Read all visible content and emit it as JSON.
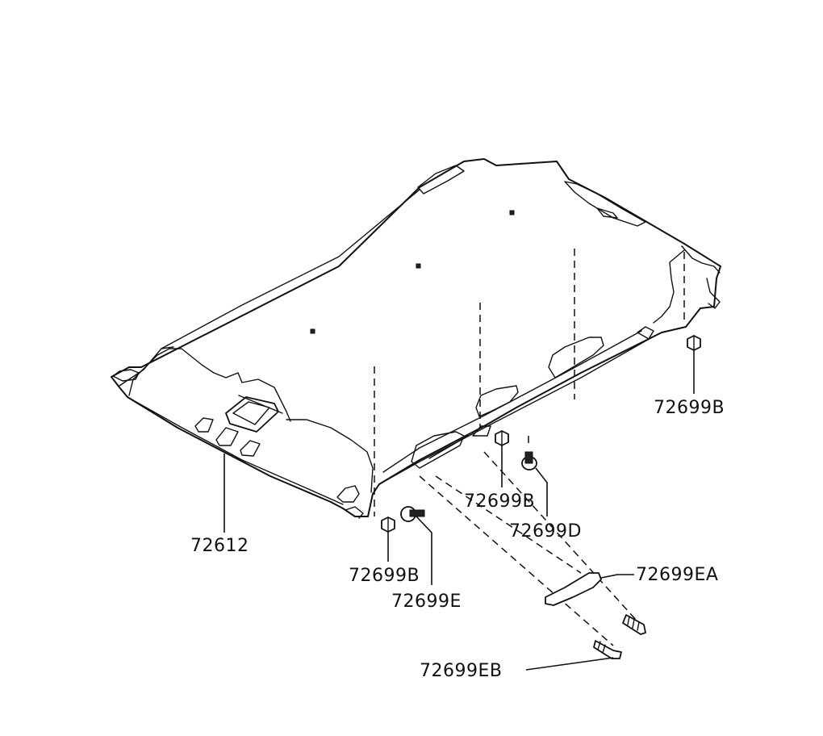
{
  "diagram": {
    "parts": [
      {
        "id": "headlining",
        "label": "72612"
      },
      {
        "id": "clip-b-right",
        "label": "72699B"
      },
      {
        "id": "clip-b-middle",
        "label": "72699B"
      },
      {
        "id": "clip-d",
        "label": "72699D"
      },
      {
        "id": "clip-b-left",
        "label": "72699B"
      },
      {
        "id": "clip-e",
        "label": "72699E"
      },
      {
        "id": "assist-grip",
        "label": "72699EA"
      },
      {
        "id": "grip-screw",
        "label": "72699EB"
      }
    ]
  }
}
